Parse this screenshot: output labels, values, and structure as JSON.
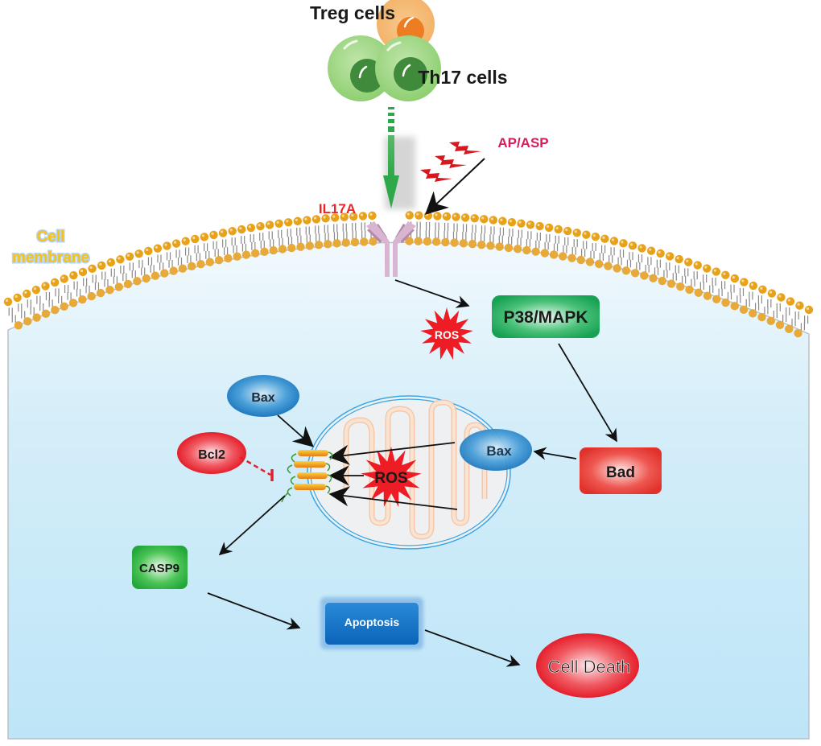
{
  "diagram": {
    "cells": {
      "treg_label": "Treg cells",
      "th17_label": "Th17 cells"
    },
    "membrane_label_line1": "Cell",
    "membrane_label_line2": "membrane",
    "receptor_label": "IL17A",
    "stimulus_label": "AP/ASP",
    "nodes": {
      "ros_top": "ROS",
      "p38": "P38/MAPK",
      "bax_top": "Bax",
      "bax_right": "Bax",
      "bcl2": "Bcl2",
      "ros_mito": "ROS",
      "bad": "Bad",
      "casp9": "CASP9",
      "apoptosis": "Apoptosis",
      "cell_death": "Cell Death"
    },
    "colors": {
      "cytoplasm_top": "#eef7fc",
      "cytoplasm_bottom": "#bfe5f7",
      "lipid_head": "#e8a21a",
      "receptor": "#d9b5d2",
      "green_arrow": "#2ea84a",
      "ros_red": "#ee1c24",
      "il17a_text": "#e8262a",
      "apasp_text": "#d81b5a",
      "membrane_text": "#f5c21b",
      "p38_green": "#1ea55a",
      "casp9_green": "#2db84a",
      "bax_blue": "#1f7fc6",
      "bcl2_red": "#e21f2b",
      "bad_red": "#e3322c",
      "apoptosis_blue": "#0f6dc4",
      "death_red": "#e4111f"
    }
  }
}
